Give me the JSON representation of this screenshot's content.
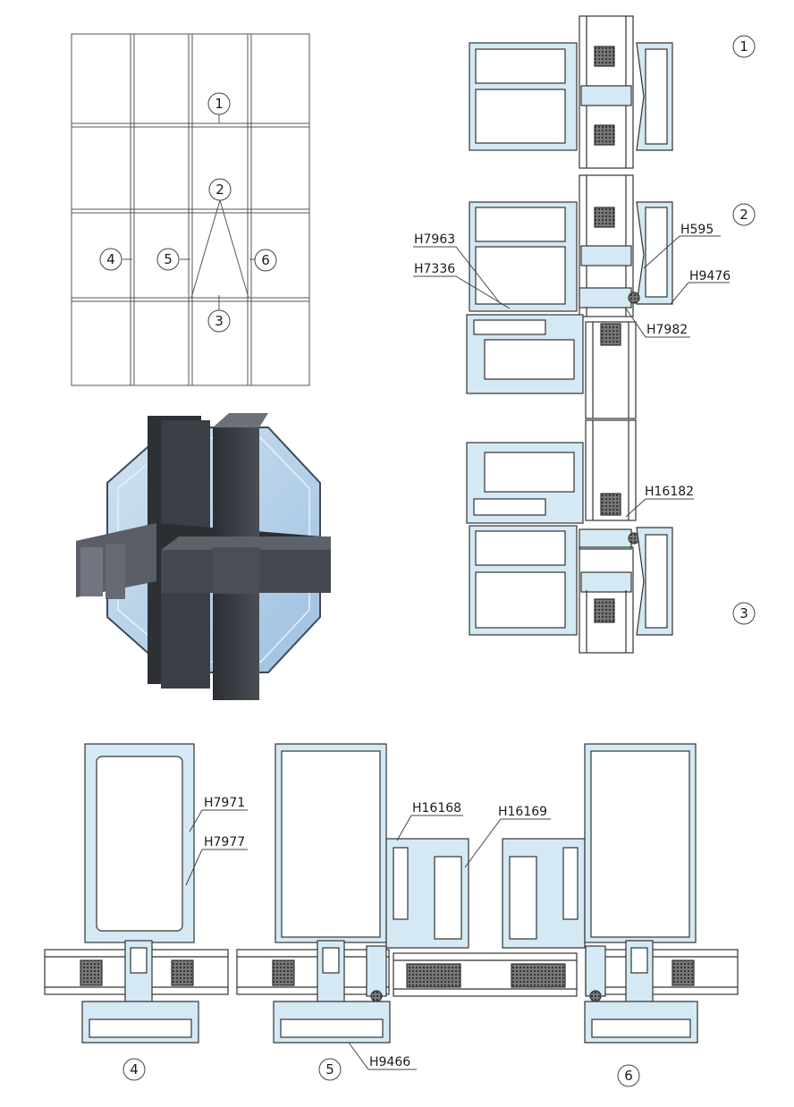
{
  "elevation": {
    "markers": [
      "1",
      "2",
      "3",
      "4",
      "5",
      "6"
    ]
  },
  "vertical_sections": {
    "markers": [
      "1",
      "2",
      "3"
    ],
    "labels": [
      "H7963",
      "H7336",
      "H595",
      "H9476",
      "H7982",
      "H16182"
    ]
  },
  "horizontal_sections": {
    "markers": [
      "4",
      "5",
      "6"
    ],
    "labels": [
      "H7971",
      "H7977",
      "H16168",
      "H16169",
      "H9466"
    ]
  },
  "colors": {
    "profile_fill": "#d4e9f4",
    "outline": "#333333",
    "gasket": "#555555",
    "render_frame": "#3c3f44",
    "render_glass": "#a9cbe6"
  }
}
